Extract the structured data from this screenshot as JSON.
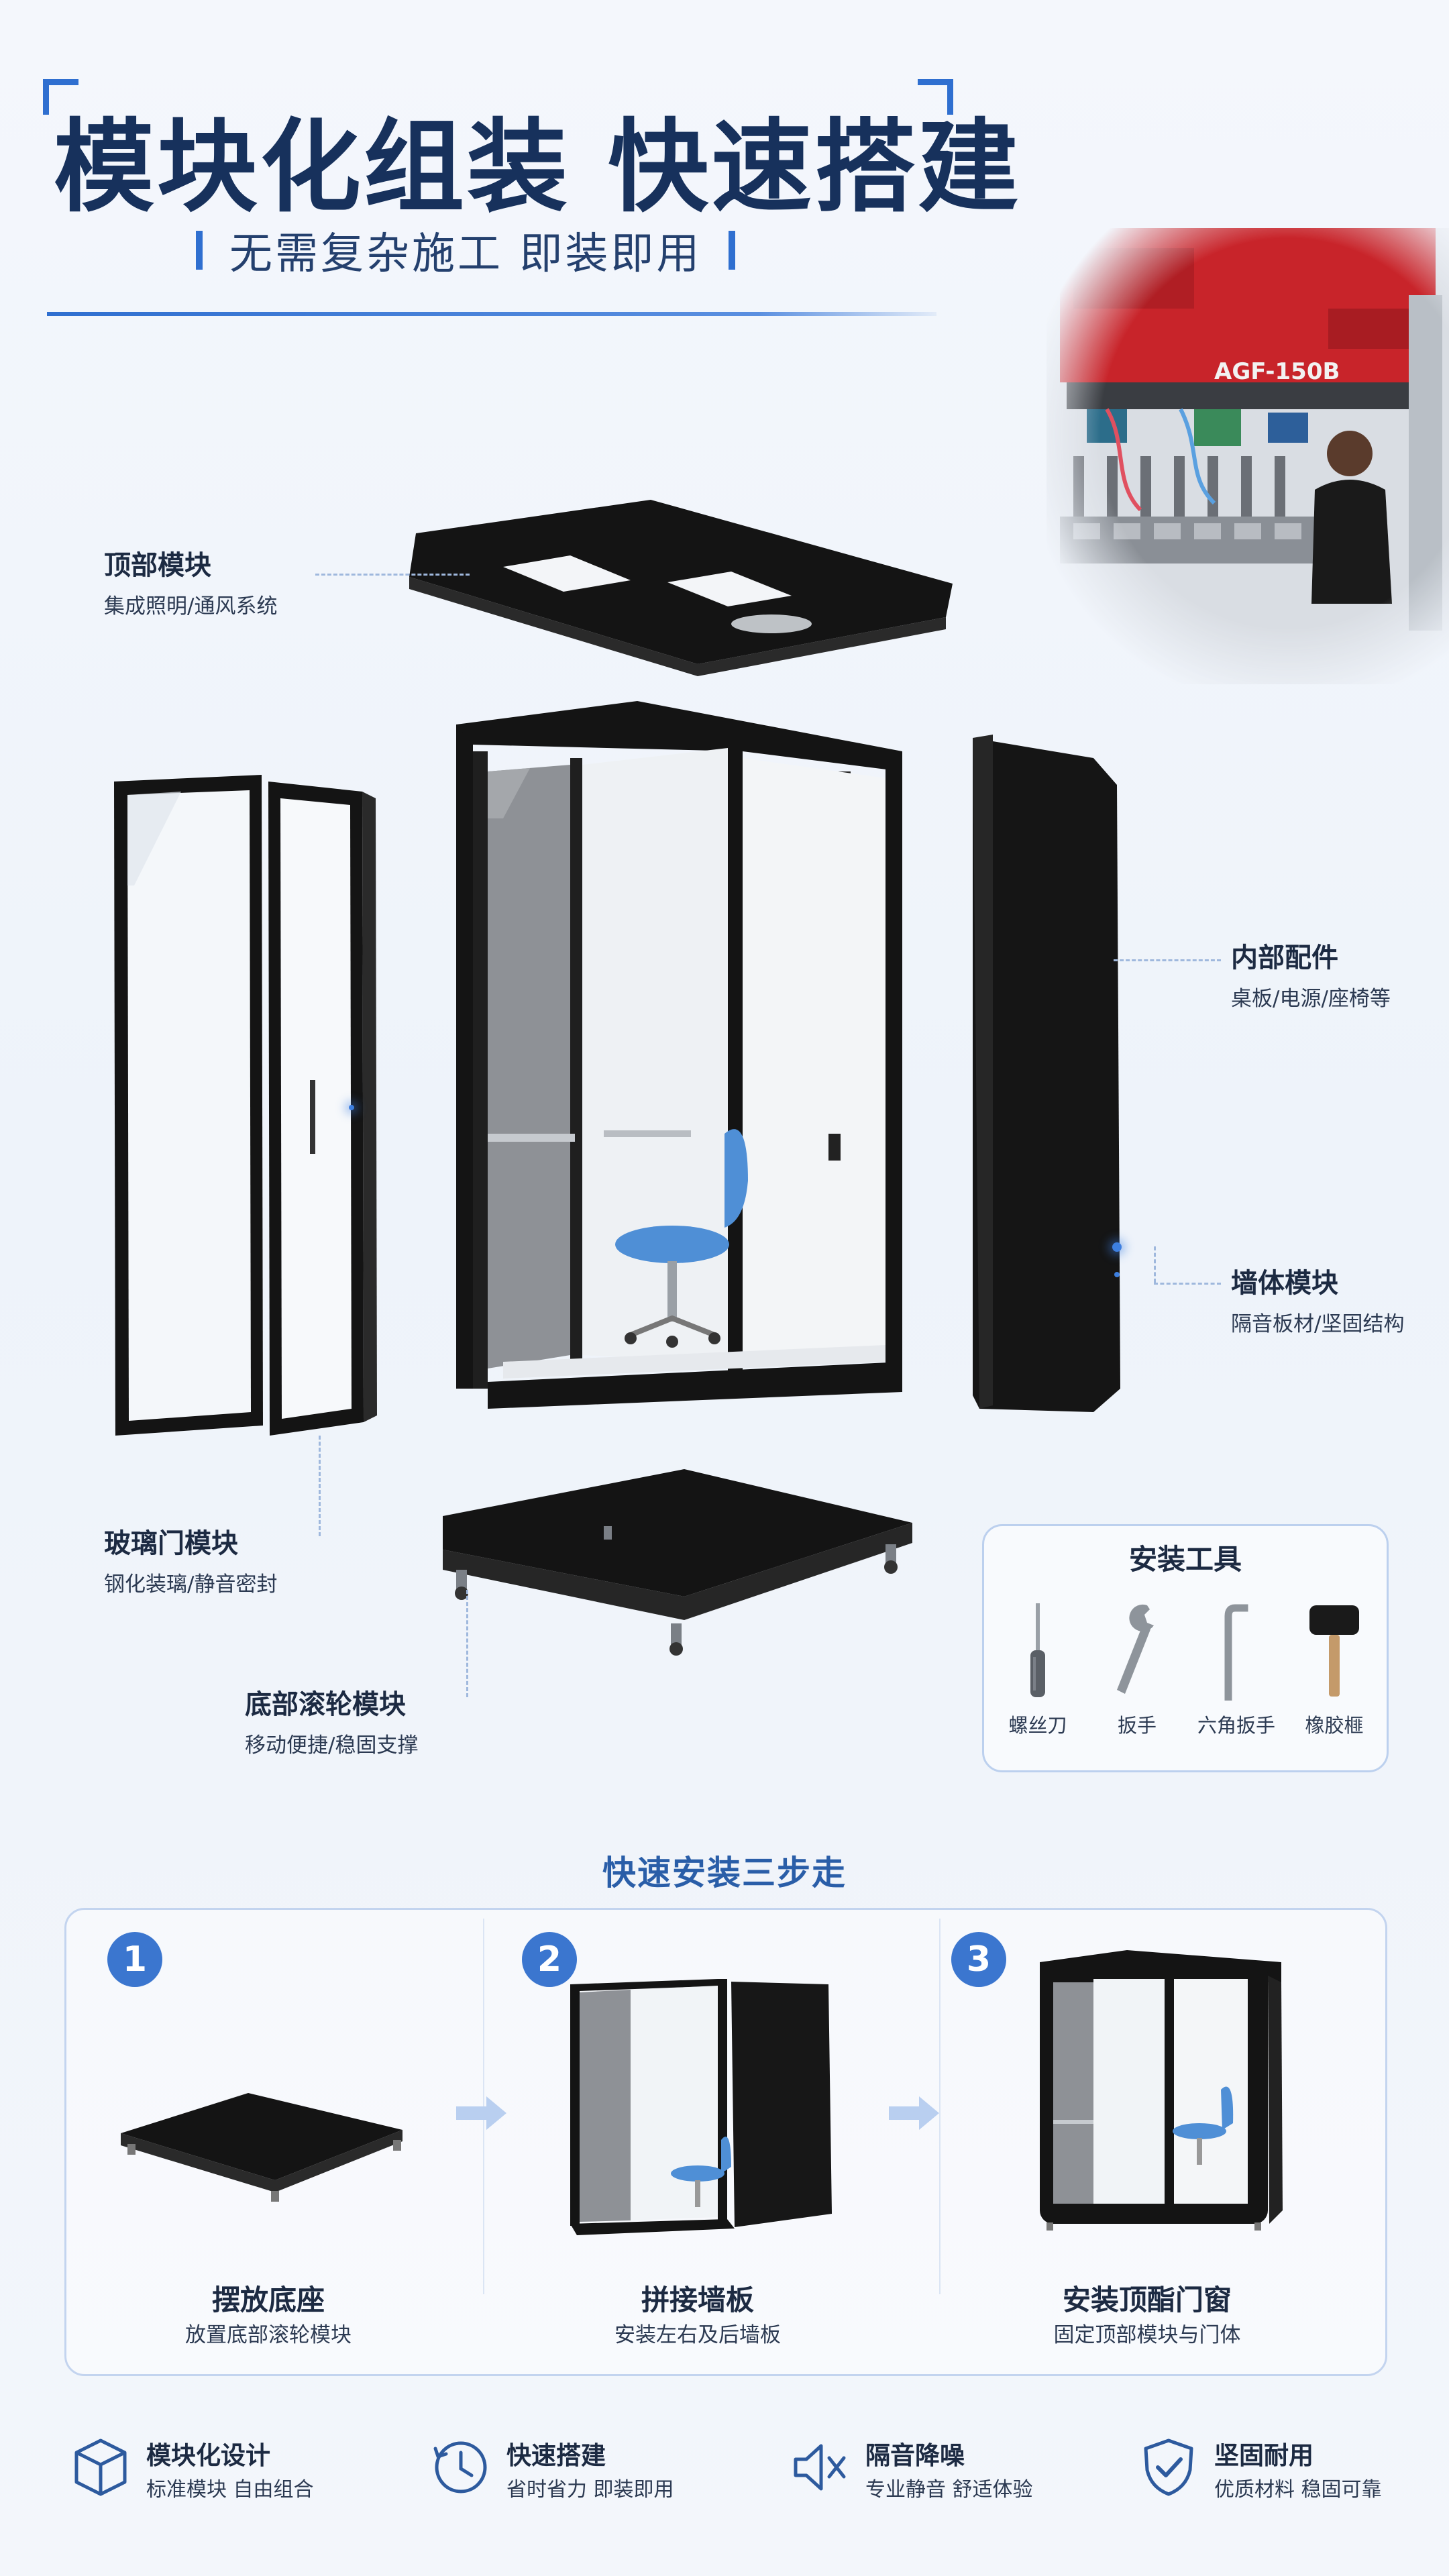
{
  "header": {
    "title": "模块化组装 快速搭建",
    "subtitle": "无需复杂施工 即装即用"
  },
  "modules": {
    "top": {
      "title": "顶部模块",
      "desc": "集成照明/通风系统"
    },
    "interior": {
      "title": "内部配件",
      "desc": "桌板/电源/座椅等"
    },
    "wall": {
      "title": "墙体模块",
      "desc": "隔音板材/坚固结构"
    },
    "glass_door": {
      "title": "玻璃门模块",
      "desc": "钢化装璃/静音密封"
    },
    "base": {
      "title": "底部滚轮模块",
      "desc": "移动便捷/稳固支撑"
    }
  },
  "factory_photo": {
    "machine_text": "AGF-150B"
  },
  "tools": {
    "title": "安装工具",
    "items": [
      {
        "label": "螺丝刀",
        "icon": "screwdriver-icon"
      },
      {
        "label": "扳手",
        "icon": "wrench-icon"
      },
      {
        "label": "六角扳手",
        "icon": "hex-key-icon"
      },
      {
        "label": "橡胶榧",
        "icon": "rubber-mallet-icon"
      }
    ]
  },
  "steps": {
    "title": "快速安装三步走",
    "items": [
      {
        "num": "1",
        "title": "摆放底座",
        "desc": "放置底部滚轮模块"
      },
      {
        "num": "2",
        "title": "拼接墙板",
        "desc": "安装左右及后墙板"
      },
      {
        "num": "3",
        "title": "安装顶酯门窗",
        "desc": "固定顶部模块与门体"
      }
    ]
  },
  "features": [
    {
      "title": "模块化设计",
      "desc": "标准模块 自由组合",
      "icon": "cube-icon"
    },
    {
      "title": "快速搭建",
      "desc": "省时省力 即装即用",
      "icon": "clock-icon"
    },
    {
      "title": "隔音降噪",
      "desc": "专业静音 舒适体验",
      "icon": "speaker-mute-icon"
    },
    {
      "title": "坚固耐用",
      "desc": "优质材料 稳固可靠",
      "icon": "shield-check-icon"
    }
  ],
  "colors": {
    "title": "#17315c",
    "accent": "#2f6fd0",
    "step_badge": "#3b76cf",
    "booth_black": "#141414",
    "chair_blue": "#4f8fd6"
  }
}
